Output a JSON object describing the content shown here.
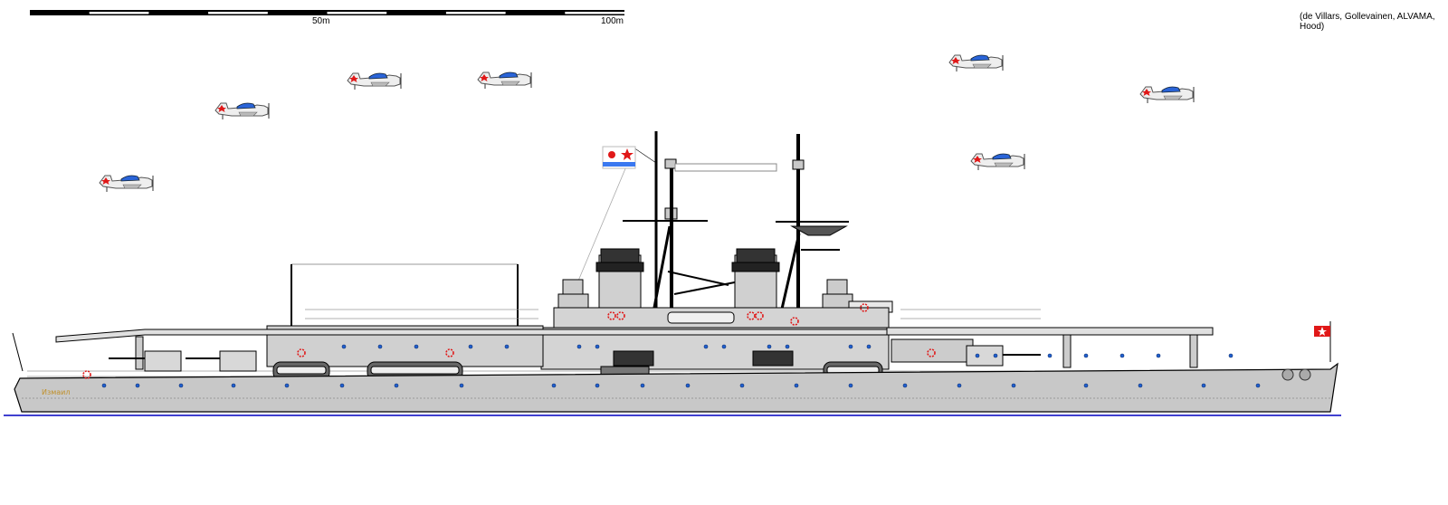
{
  "scale_bar": {
    "label_mid": "50m",
    "label_end": "100m",
    "segments": 10
  },
  "credits": "(de Villars, Gollevainen, ALVAMA, Hood)",
  "ship": {
    "name": "Измаил"
  },
  "colors": {
    "hull": "#c8c8c8",
    "deck": "#d8d8d8",
    "outline": "#000000",
    "porthole": "#2060d0",
    "waterline": "#0000c0",
    "soviet_red": "#e01818",
    "flag_blue": "#3a78f0",
    "name_gold": "#c0902a"
  },
  "aircraft_count": 7
}
